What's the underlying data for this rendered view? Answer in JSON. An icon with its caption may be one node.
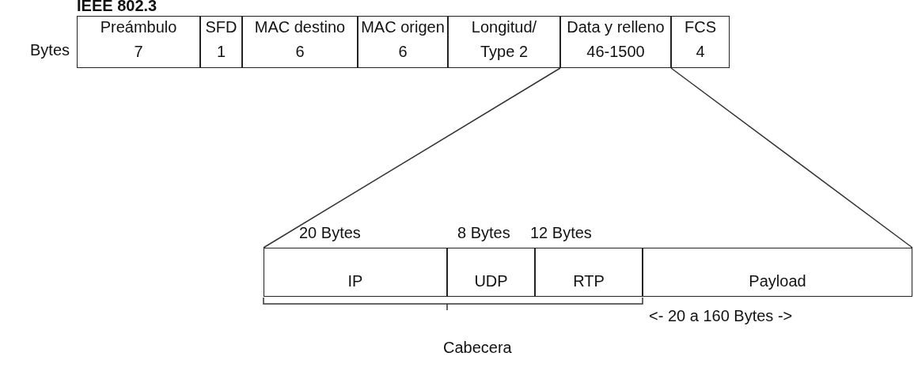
{
  "diagram": {
    "title": "IEEE 802.3",
    "nodes": [
      {
        "text": [
          "Preámbulo",
          "7"
        ]
      },
      {
        "text": [
          "SFD",
          "1"
        ]
      },
      {
        "text": [
          "MAC destino",
          "6"
        ]
      },
      {
        "text": [
          "MAC origen",
          "6"
        ]
      },
      {
        "text": [
          "Longitud/",
          "Type 2"
        ]
      },
      {
        "text": [
          "Data y relleno",
          "46-1500"
        ]
      },
      {
        "text": [
          "FCS",
          "4"
        ]
      },
      {
        "text": [
          "IP"
        ]
      },
      {
        "text": [
          "UDP"
        ]
      },
      {
        "text": [
          "RTP"
        ]
      },
      {
        "text": [
          "Payload"
        ]
      }
    ],
    "edges": [
      {
        "from": 5,
        "to": 7,
        "arrow": "none"
      },
      {
        "from": 5,
        "to": 10,
        "arrow": "none"
      }
    ],
    "labels": [
      "Bytes",
      "20 Bytes",
      "8 Bytes",
      "12 Bytes",
      "<- 20 a 160 Bytes ->",
      "Cabecera"
    ]
  }
}
